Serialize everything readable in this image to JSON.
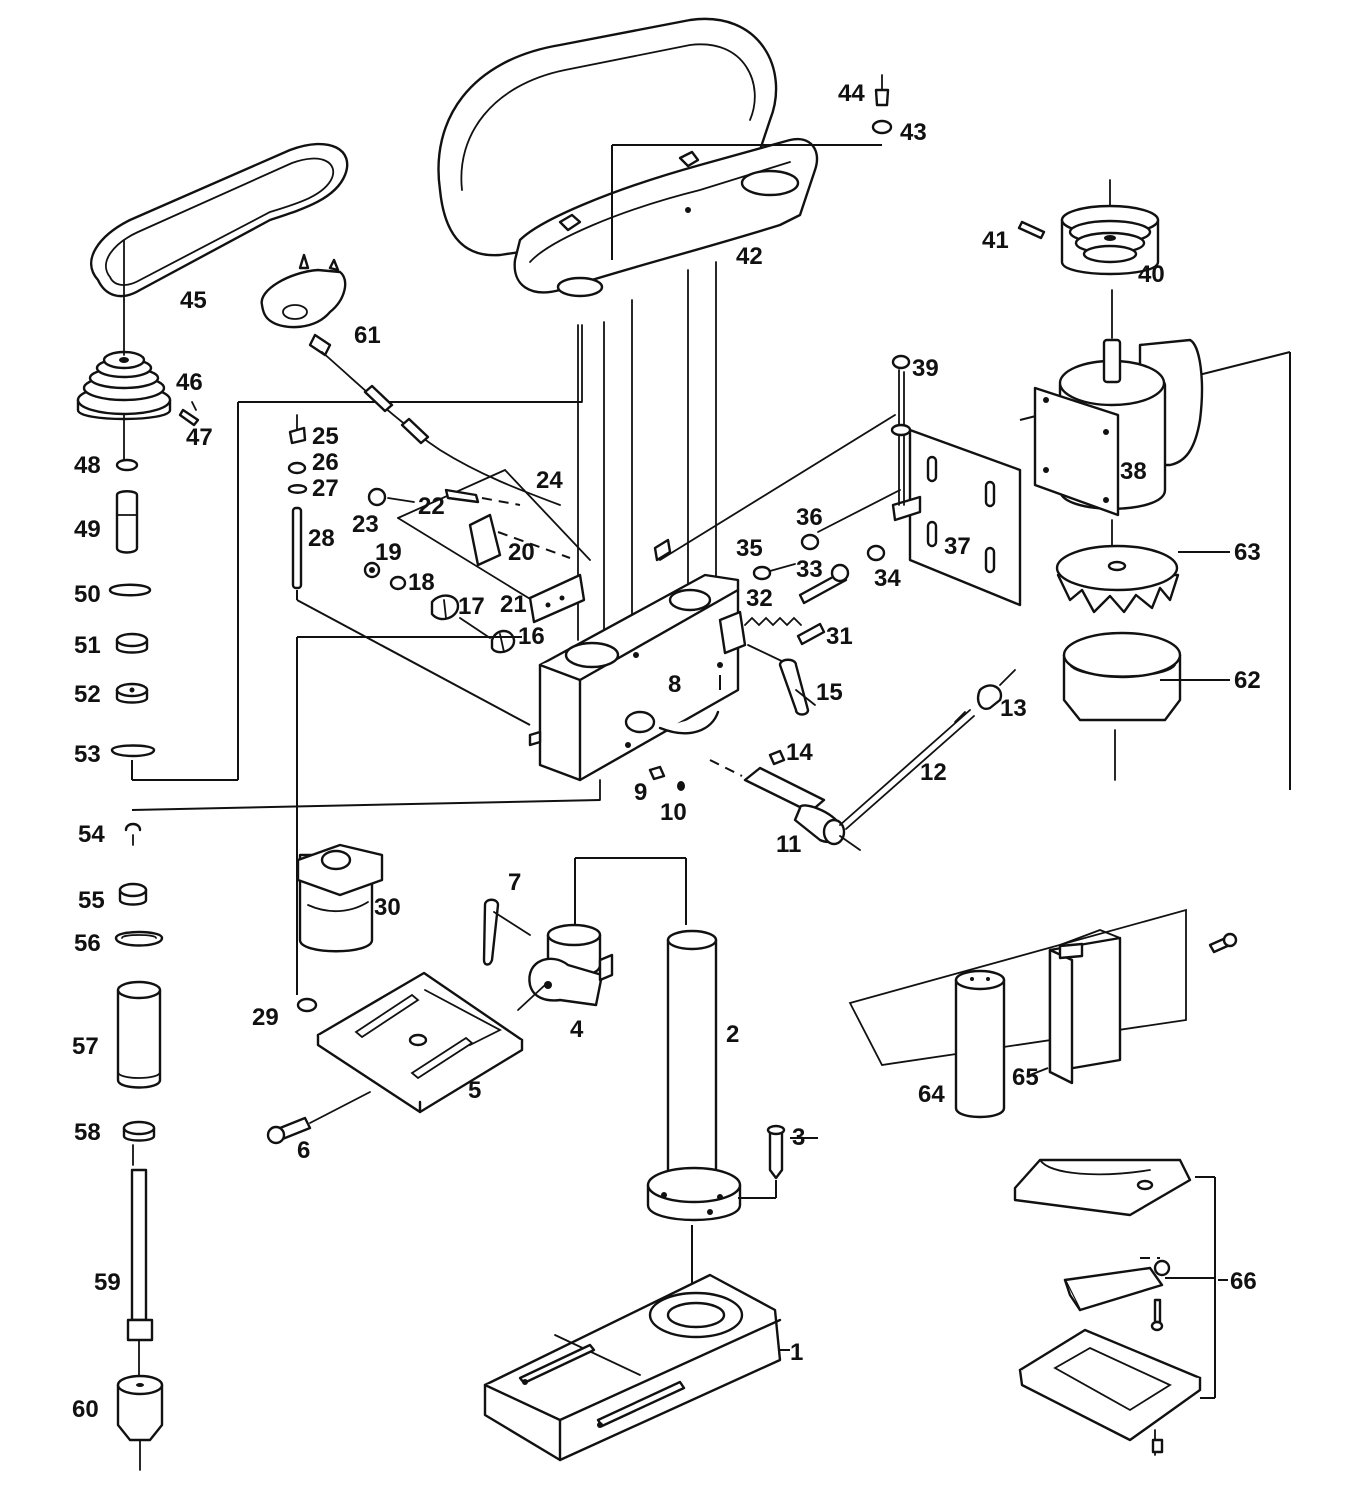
{
  "labels": {
    "l1": "1",
    "l2": "2",
    "l3": "3",
    "l4": "4",
    "l5": "5",
    "l6": "6",
    "l7": "7",
    "l8": "8",
    "l9": "9",
    "l10": "10",
    "l11": "11",
    "l12": "12",
    "l13": "13",
    "l14": "14",
    "l15": "15",
    "l16": "16",
    "l17": "17",
    "l18": "18",
    "l19": "19",
    "l20": "20",
    "l21": "21",
    "l22": "22",
    "l23": "23",
    "l24": "24",
    "l25": "25",
    "l26": "26",
    "l27": "27",
    "l28": "28",
    "l29": "29",
    "l30": "30",
    "l31": "31",
    "l32": "32",
    "l33": "33",
    "l34": "34",
    "l35": "35",
    "l36": "36",
    "l37": "37",
    "l38": "38",
    "l39": "39",
    "l40": "40",
    "l41": "41",
    "l42": "42",
    "l43": "43",
    "l44": "44",
    "l45": "45",
    "l46": "46",
    "l47": "47",
    "l48": "48",
    "l49": "49",
    "l50": "50",
    "l51": "51",
    "l52": "52",
    "l53": "53",
    "l54": "54",
    "l55": "55",
    "l56": "56",
    "l57": "57",
    "l58": "58",
    "l59": "59",
    "l60": "60",
    "l61": "61",
    "l62": "62",
    "l63": "63",
    "l64": "64",
    "l65": "65",
    "l66": "66"
  }
}
